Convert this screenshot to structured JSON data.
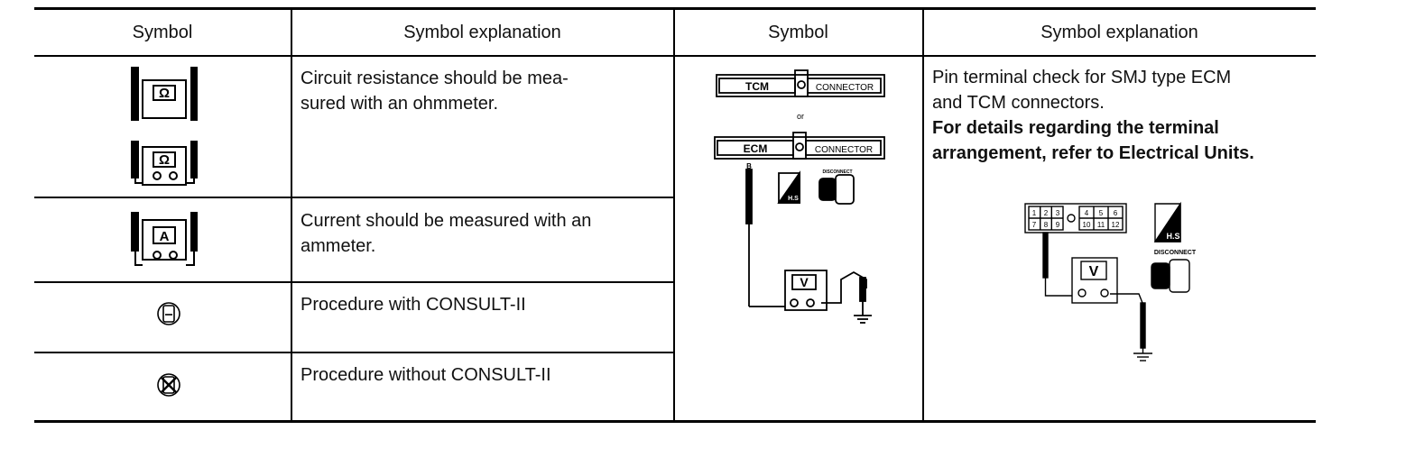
{
  "table": {
    "headers": [
      "Symbol",
      "Symbol explanation",
      "Symbol",
      "Symbol explanation"
    ],
    "rows": [
      {
        "icon": "ohmmeter-icon",
        "explanation_lines": [
          "Circuit resistance should be mea-",
          "sured with an ohmmeter."
        ]
      },
      {
        "icon": "ammeter-icon",
        "explanation_lines": [
          "Current should be measured with an",
          "ammeter."
        ]
      },
      {
        "icon": "consult-ii-icon",
        "explanation_lines": [
          "Procedure with CONSULT-II"
        ]
      },
      {
        "icon": "no-consult-ii-icon",
        "explanation_lines": [
          "Procedure without CONSULT-II"
        ]
      }
    ],
    "right_cell": {
      "plain_lines": [
        "Pin terminal check for SMJ type ECM",
        "and TCM connectors."
      ],
      "bold_lines": [
        "For details regarding the terminal",
        "arrangement, refer to Electrical Units."
      ]
    }
  },
  "diagram_left": {
    "tcm_label": "TCM",
    "connector_label": "CONNECTOR",
    "or_label": "or",
    "ecm_label": "ECM",
    "probe_label": "B",
    "disconnect_label": "DISCONNECT",
    "hs_label": "H.S",
    "meter_label": "V"
  },
  "diagram_right": {
    "pins_top_left": [
      "1",
      "2",
      "3"
    ],
    "pins_bottom_left": [
      "7",
      "8",
      "9"
    ],
    "pins_top_right": [
      "4",
      "5",
      "6"
    ],
    "pins_bottom_right": [
      "10",
      "11",
      "12"
    ],
    "hs_label": "H.S",
    "disconnect_label": "DISCONNECT",
    "meter_label": "V"
  },
  "meters": {
    "ohm_symbol": "Ω",
    "amp_symbol": "A"
  }
}
